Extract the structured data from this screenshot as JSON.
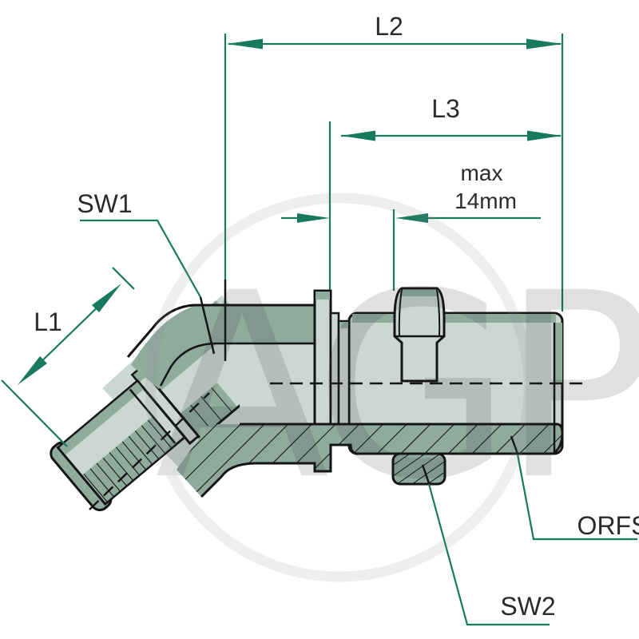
{
  "diagram": {
    "type": "technical-drawing",
    "subject": "45-degree ORFS bulkhead elbow hydraulic fitting, half-section view",
    "labels": {
      "l1": "L1",
      "l2": "L2",
      "l3": "L3",
      "sw1": "SW1",
      "sw2": "SW2",
      "orfs": "ORFS",
      "max_line1": "max",
      "max_line2": "14mm"
    },
    "watermark": "AGP",
    "colors": {
      "dimension_green": "#17795E",
      "outline_black": "#141414",
      "body_light": "#cbd8d1",
      "body_dark": "#8fab9e",
      "label_text": "#2b2b2b",
      "watermark_gray": "#8a8a8a"
    }
  }
}
